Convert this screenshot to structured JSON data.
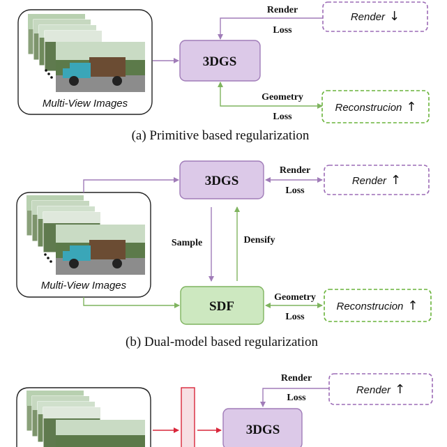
{
  "colors": {
    "purple_stroke": "#a07cb8",
    "purple_fill": "#dcc9e8",
    "green_stroke": "#7fb45f",
    "green_fill": "#cde8c0",
    "red_stroke": "#d9263a",
    "purple_dash": "#9c6bb6",
    "green_dash": "#69b33a",
    "text": "#111111"
  },
  "panel_a": {
    "input_label": "Multi-View Images",
    "model_label": "3DGS",
    "render_edge": [
      "Render",
      "Loss"
    ],
    "geometry_edge": [
      "Geometry",
      "Loss"
    ],
    "render_metric": "Render",
    "render_arrow": "↓",
    "recon_metric": "Reconstrucion",
    "recon_arrow": "↑",
    "caption": "(a) Primitive based regularization"
  },
  "panel_b": {
    "input_label": "Multi-View Images",
    "model_top": "3DGS",
    "model_bottom": "SDF",
    "sample_label": "Sample",
    "densify_label": "Densify",
    "render_edge": [
      "Render",
      "Loss"
    ],
    "geometry_edge": [
      "Geometry",
      "Loss"
    ],
    "render_metric": "Render",
    "render_arrow": "↑",
    "recon_metric": "Reconstrucion",
    "recon_arrow": "↑",
    "caption": "(b) Dual-model based regularization"
  },
  "panel_c": {
    "model_label": "3DGS",
    "render_edge": [
      "Render",
      "Loss"
    ],
    "render_metric": "Render",
    "render_arrow": "↑"
  },
  "icons": [
    "photo-stack-icon",
    "truck-photo-icon",
    "ellipsis-icon"
  ]
}
